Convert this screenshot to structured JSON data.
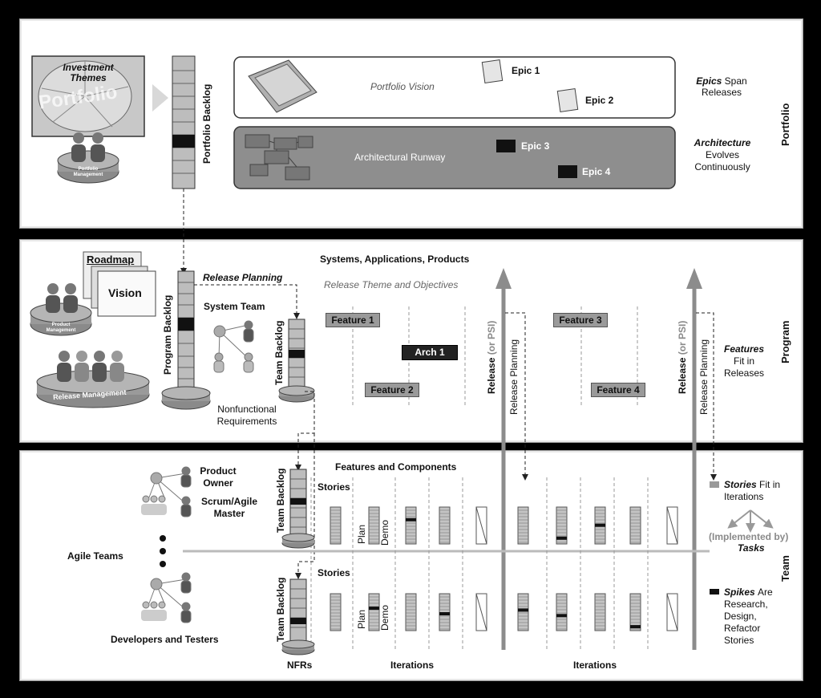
{
  "portfolio": {
    "investment_themes": "Investment Themes",
    "portfolio_watermark": "Portfolio",
    "portfolio_management": "Portfolio Management",
    "portfolio_backlog": "Portfolio Backlog",
    "portfolio_vision": "Portfolio Vision",
    "architectural_runway": "Architectural Runway",
    "epics": [
      "Epic 1",
      "Epic 2",
      "Epic 3",
      "Epic 4"
    ],
    "note_epics_em": "Epics",
    "note_epics_rest": "Span",
    "note_epics_line2": "Releases",
    "note_arch_em": "Architecture",
    "note_arch_line2": "Evolves",
    "note_arch_line3": "Continuously",
    "level_label": "Portfolio"
  },
  "program": {
    "roadmap": "Roadmap",
    "vision": "Vision",
    "product_management": "Product Management",
    "release_management": "Release Management",
    "program_backlog": "Program Backlog",
    "release_planning": "Release Planning",
    "system_team": "System Team",
    "nonfunctional_line1": "Nonfunctional",
    "nonfunctional_line2": "Requirements",
    "team_backlog": "Team Backlog",
    "systems": "Systems, Applications, Products",
    "release_theme": "Release Theme and Objectives",
    "features": [
      "Feature 1",
      "Feature 2",
      "Feature 3",
      "Feature 4"
    ],
    "arch1": "Arch 1",
    "release_psi_a": "Release",
    "release_psi_b": "(or PSI)",
    "release_planning_vertical": "Release Planning",
    "note_feat_em": "Features",
    "note_feat_line2": "Fit in",
    "note_feat_line3": "Releases",
    "level_label": "Program"
  },
  "team": {
    "product_owner_1": "Product",
    "product_owner_2": "Owner",
    "scrum_1": "Scrum/Agile",
    "scrum_2": "Master",
    "agile_teams": "Agile Teams",
    "dev_testers": "Developers and Testers",
    "team_backlog": "Team Backlog",
    "features_components": "Features and Components",
    "stories": "Stories",
    "plan": "Plan",
    "demo": "Demo",
    "nfrs": "NFRs",
    "iterations": "Iterations",
    "note_stories_em": "Stories",
    "note_stories_rest": "Fit in",
    "note_stories_line2": "Iterations",
    "implemented_by": "(Implemented by)",
    "tasks": "Tasks",
    "note_spikes_em": "Spikes",
    "note_spikes_rest": "Are",
    "note_spikes_line2": "Research,",
    "note_spikes_line3": "Design,",
    "note_spikes_line4": "Refactor",
    "note_spikes_line5": "Stories",
    "level_label": "Team"
  },
  "colors": {
    "background": "#000000",
    "panel": "#ffffff",
    "feature_box": "#9a9a9a",
    "dark_box": "#222222",
    "arrow": "#8c8c8c"
  }
}
